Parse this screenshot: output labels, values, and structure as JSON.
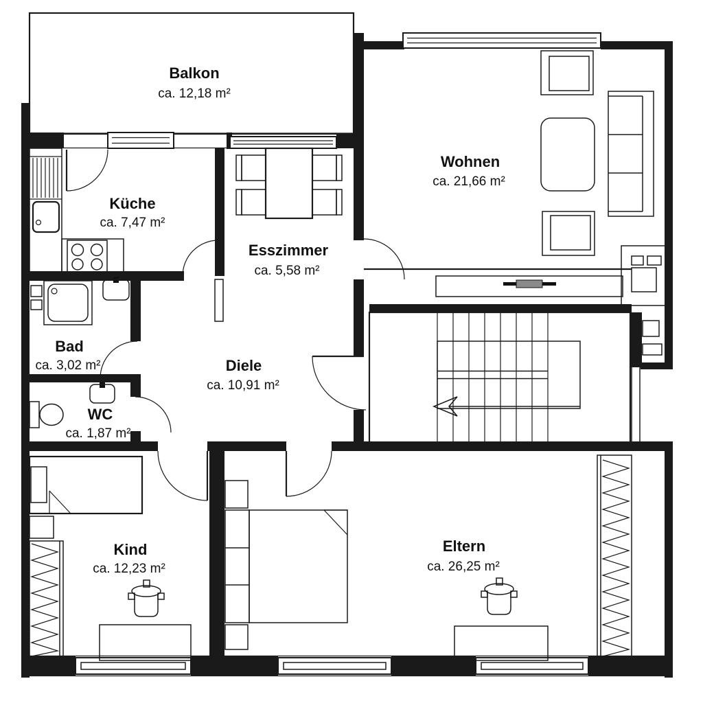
{
  "colors": {
    "wall": "#1a1a1a",
    "background": "#ffffff",
    "door_panel_dark": "#111111",
    "door_panel_gray": "#8a8a8a"
  },
  "rooms": {
    "balkon": {
      "name": "Balkon",
      "area": "ca. 12,18 m²"
    },
    "kueche": {
      "name": "Küche",
      "area": "ca. 7,47 m²"
    },
    "esszimmer": {
      "name": "Esszimmer",
      "area": "ca. 5,58 m²"
    },
    "wohnen": {
      "name": "Wohnen",
      "area": "ca. 21,66 m²"
    },
    "bad": {
      "name": "Bad",
      "area": "ca. 3,02 m²"
    },
    "diele": {
      "name": "Diele",
      "area": "ca. 10,91 m²"
    },
    "wc": {
      "name": "WC",
      "area": "ca. 1,87 m²"
    },
    "kind": {
      "name": "Kind",
      "area": "ca. 12,23 m²"
    },
    "eltern": {
      "name": "Eltern",
      "area": "ca. 26,25 m²"
    }
  }
}
